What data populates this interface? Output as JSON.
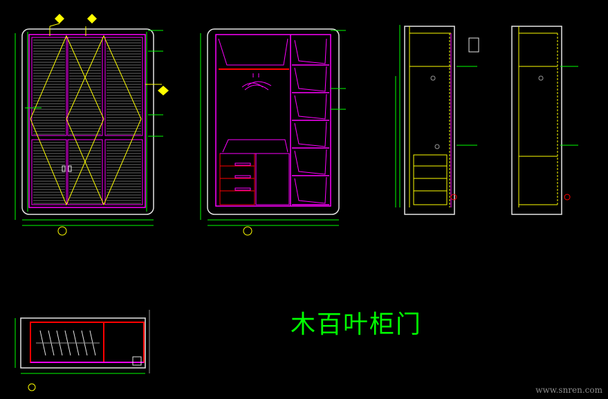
{
  "drawing": {
    "title": "木百叶柜门",
    "watermark": "www.snren.com"
  },
  "colors": {
    "background": "#000000",
    "frame_white": "#e6e6e6",
    "magenta": "#ff00ff",
    "yellow": "#ffff00",
    "green": "#00ff00",
    "red": "#ff2020",
    "cyan": "#00ffff",
    "gray": "#9a9a9a"
  },
  "views": [
    {
      "id": "front-elevation",
      "name": "louvered-door-front-elevation"
    },
    {
      "id": "interior-elevation",
      "name": "cabinet-interior-elevation"
    },
    {
      "id": "section-a",
      "name": "cabinet-section-a"
    },
    {
      "id": "section-b",
      "name": "cabinet-section-b"
    },
    {
      "id": "plan",
      "name": "cabinet-plan"
    }
  ]
}
